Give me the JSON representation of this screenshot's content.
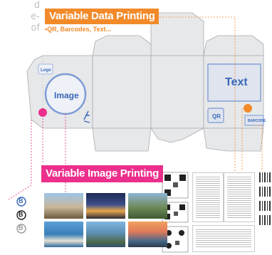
{
  "intro": {
    "lines": [
      "d",
      "e-",
      "of"
    ]
  },
  "banners": {
    "data_printing": "Variable Data Printing",
    "data_subtitle": "•QR, Barcodes, Text...",
    "image_printing": "Variable Image Printing"
  },
  "box_labels": {
    "logo": "Logo",
    "image": "Image",
    "text": "Text",
    "qr": "QR",
    "barcode": "BARCODE"
  },
  "logo_glyphs": [
    "B",
    "B",
    "B"
  ],
  "colors": {
    "data_accent": "#f28a2a",
    "image_accent": "#ec2f8d",
    "label_blue": "#3a68b8",
    "box_fill": "#e7e8ea",
    "box_stroke": "#a9abae"
  }
}
